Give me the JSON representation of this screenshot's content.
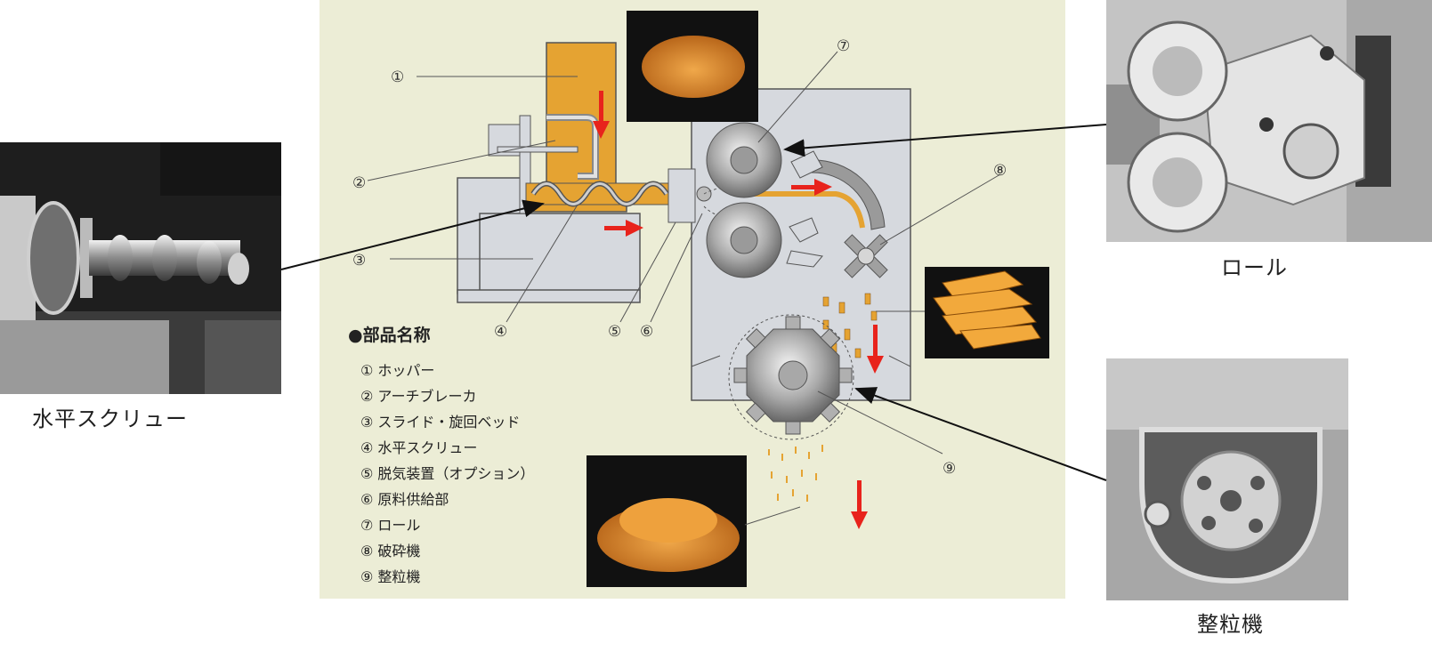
{
  "captions": {
    "screw": "水平スクリュー",
    "roll": "ロール",
    "granulator": "整粒機"
  },
  "legend": {
    "title": "●部品名称",
    "items": [
      "① ホッパー",
      "② アーチブレーカ",
      "③ スライド・旋回ベッド",
      "④ 水平スクリュー",
      "⑤ 脱気装置（オプション）",
      "⑥ 原料供給部",
      "⑦ ロール",
      "⑧ 破砕機",
      "⑨ 整粒機"
    ]
  },
  "callouts": [
    "①",
    "②",
    "③",
    "④",
    "⑤",
    "⑥",
    "⑦",
    "⑧",
    "⑨"
  ],
  "colors": {
    "panel": "#ecedd6",
    "machine": "#d6d9de",
    "hopper": "#e5a332",
    "arrow": "#e8231c",
    "powder": "#e89a2a"
  }
}
